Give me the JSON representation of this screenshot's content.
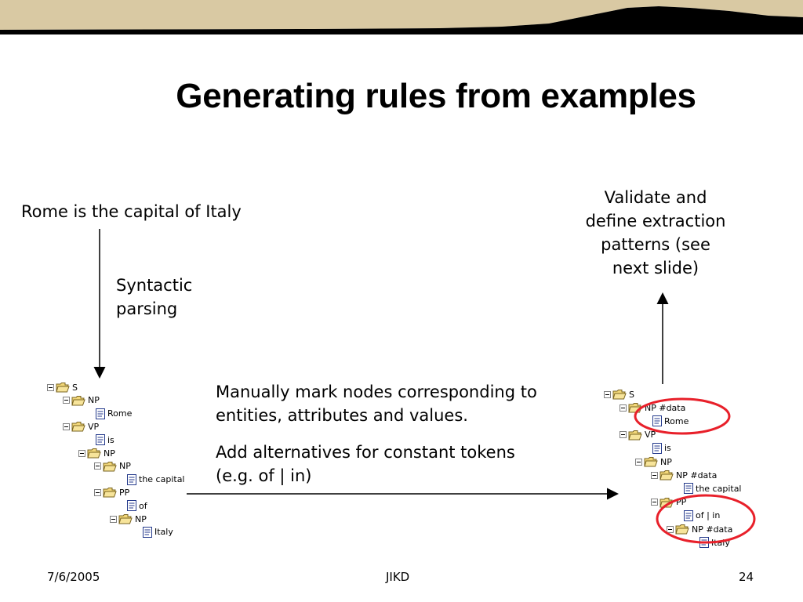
{
  "slide": {
    "title": "Generating rules from examples",
    "sentence": "Rome is the capital of Italy",
    "parsing_label": [
      "Syntactic",
      "parsing"
    ],
    "validate_label": [
      "Validate and",
      "define extraction",
      "patterns (see",
      "next slide)"
    ],
    "manual_text_1": [
      "Manually mark nodes corresponding to",
      "entities, attributes and values."
    ],
    "manual_text_2": [
      "Add alternatives for constant tokens",
      "(e.g. of | in)"
    ]
  },
  "tree_left": [
    {
      "label": "S",
      "type": "folder",
      "depth": 0
    },
    {
      "label": "NP",
      "type": "folder",
      "depth": 1
    },
    {
      "label": "Rome",
      "type": "doc",
      "depth": 2
    },
    {
      "label": "VP",
      "type": "folder",
      "depth": 1
    },
    {
      "label": "is",
      "type": "doc",
      "depth": 2
    },
    {
      "label": "NP",
      "type": "folder",
      "depth": 2
    },
    {
      "label": "NP",
      "type": "folder",
      "depth": 3
    },
    {
      "label": "the capital",
      "type": "doc",
      "depth": 4
    },
    {
      "label": "PP",
      "type": "folder",
      "depth": 3
    },
    {
      "label": "of",
      "type": "doc",
      "depth": 4
    },
    {
      "label": "NP",
      "type": "folder",
      "depth": 4
    },
    {
      "label": "Italy",
      "type": "doc",
      "depth": 5
    }
  ],
  "tree_right": [
    {
      "label": "S",
      "type": "folder",
      "depth": 0
    },
    {
      "label": "NP #data",
      "type": "folder",
      "depth": 1
    },
    {
      "label": "Rome",
      "type": "doc",
      "depth": 2
    },
    {
      "label": "VP",
      "type": "folder",
      "depth": 1
    },
    {
      "label": "is",
      "type": "doc",
      "depth": 2
    },
    {
      "label": "NP",
      "type": "folder",
      "depth": 2
    },
    {
      "label": "NP #data",
      "type": "folder",
      "depth": 3
    },
    {
      "label": "the capital",
      "type": "doc",
      "depth": 4
    },
    {
      "label": "PP",
      "type": "folder",
      "depth": 3
    },
    {
      "label": "of | in",
      "type": "doc",
      "depth": 4
    },
    {
      "label": "NP #data",
      "type": "folder",
      "depth": 4
    },
    {
      "label": "Italy",
      "type": "doc",
      "depth": 5
    }
  ],
  "footer": {
    "date": "7/6/2005",
    "center": "JIKD",
    "page": "24"
  },
  "colors": {
    "banner_bar": "#000000",
    "banner_tan": "#d9c9a3",
    "highlight_circle": "#e8202a",
    "folder": "#f2d779"
  }
}
